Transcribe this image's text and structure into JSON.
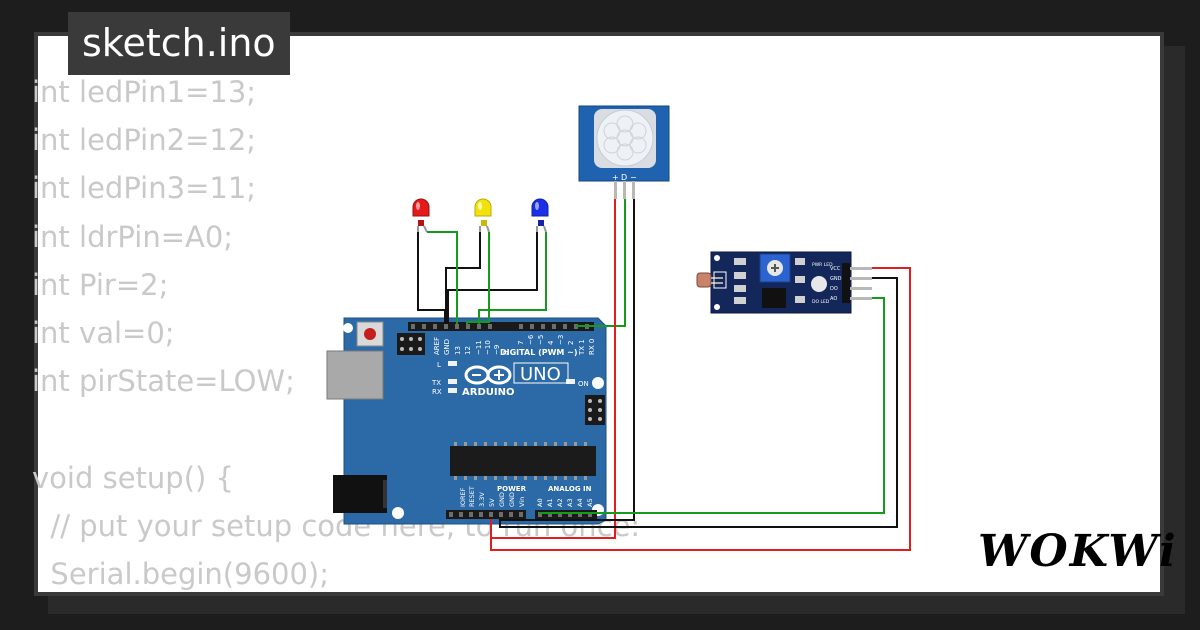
{
  "title": "sketch.ino",
  "code_lines": [
    "int ledPin1=13;",
    "int ledPin2=12;",
    "int ledPin3=11;",
    "int ldrPin=A0;",
    "int Pir=2;",
    "int val=0;",
    "int pirState=LOW;",
    "",
    "void setup() {",
    "  // put your setup code here, to run once:",
    "  Serial.begin(9600);"
  ],
  "board": {
    "model": "UNO",
    "brand": "ARDUINO",
    "digital_label": "DIGITAL (PWM ~)",
    "power_label": "POWER",
    "analog_label": "ANALOG IN",
    "on_label": "ON",
    "l_label": "L",
    "tx_label": "TX",
    "rx_label": "RX",
    "top_pins": [
      "AREF",
      "GND",
      "13",
      "12",
      "~11",
      "~10",
      "~9",
      "8",
      "7",
      "~6",
      "~5",
      "4",
      "~3",
      "2",
      "TX 1",
      "RX 0"
    ],
    "bottom_pins": [
      "IOREF",
      "RESET",
      "3.3V",
      "5V",
      "GND",
      "GND",
      "Vin",
      "A0",
      "A1",
      "A2",
      "A3",
      "A4",
      "A5"
    ]
  },
  "pir": {
    "pin_labels": [
      "+",
      "D",
      "−"
    ]
  },
  "ldr_module": {
    "pin_labels": [
      "VCC",
      "GND",
      "DO",
      "AO"
    ],
    "led_labels": [
      "PWR LED",
      "DO LED"
    ]
  },
  "leds": [
    {
      "name": "red",
      "color": "#e31b1b"
    },
    {
      "name": "yellow",
      "color": "#f2e20c"
    },
    {
      "name": "blue",
      "color": "#1c2fe8"
    }
  ],
  "wire_colors": {
    "red": "#e21d1d",
    "black": "#111111",
    "green": "#169a1b"
  },
  "logo": "WOKWi"
}
